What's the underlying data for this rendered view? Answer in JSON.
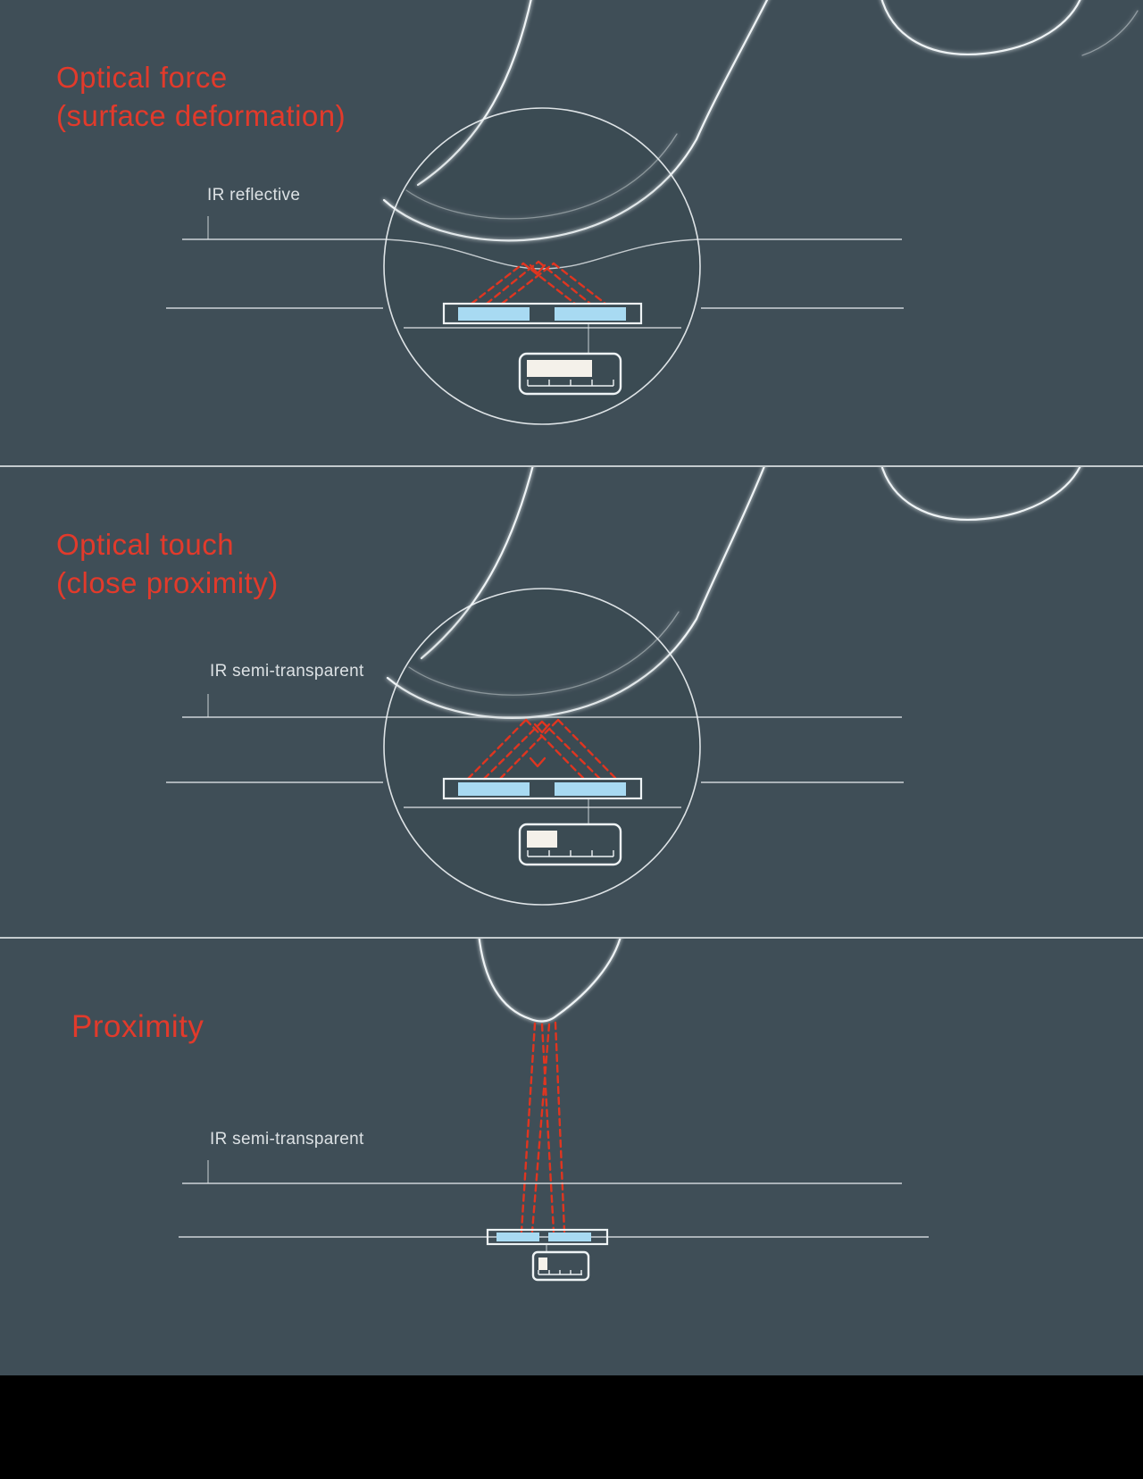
{
  "panels": [
    {
      "title_line1": "Optical force",
      "title_line2": "(surface deformation)",
      "layer_label": "IR reflective"
    },
    {
      "title_line1": "Optical touch",
      "title_line2": "(close proximity)",
      "layer_label": "IR semi-transparent"
    },
    {
      "title_line1": "Proximity",
      "title_line2": "",
      "layer_label": "IR semi-transparent"
    }
  ],
  "colors": {
    "background": "#3f4e57",
    "title_red": "#e23a2b",
    "ray_red": "#e03520",
    "sensor_blue": "#a8daf2",
    "gauge_fill": "#f4f1ea",
    "bottom_bar": "#000000"
  }
}
